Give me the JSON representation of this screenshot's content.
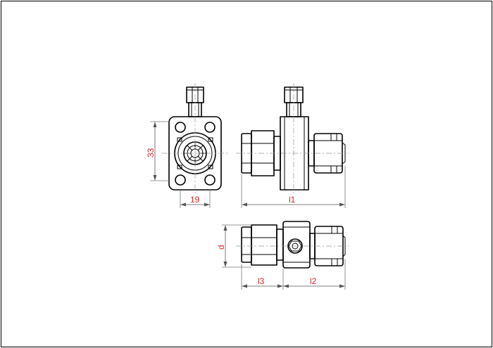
{
  "dimensions": {
    "height_front": "33",
    "width_front": "19",
    "length_side": "l1",
    "diameter": "d",
    "length_left": "l3",
    "length_right": "l2"
  },
  "colors": {
    "line": "#000000",
    "dimension_text": "#d6262b",
    "dimension_line": "#555555"
  }
}
